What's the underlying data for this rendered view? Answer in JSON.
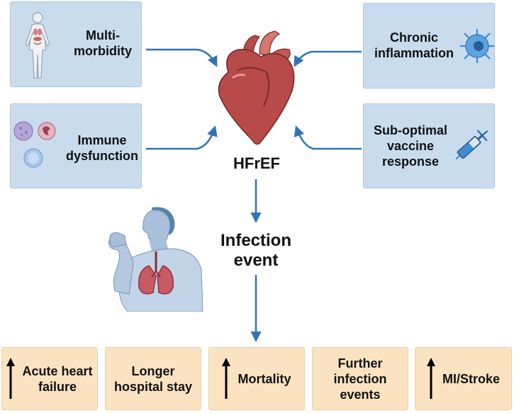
{
  "risk_factors": {
    "multimorbidity": {
      "line1": "Multi-",
      "line2": "morbidity",
      "icon": "human-body-icon"
    },
    "immune": {
      "line1": "Immune",
      "line2": "dysfunction",
      "icon": "immune-cells-icon"
    },
    "inflammation": {
      "line1": "Chronic",
      "line2": "inflammation",
      "icon": "inflamed-cell-icon"
    },
    "vaccine": {
      "line1": "Sub-optimal",
      "line2": "vaccine",
      "line3": "response",
      "icon": "syringe-icon"
    }
  },
  "center": {
    "heart_label": "HFrEF",
    "event_line1": "Infection",
    "event_line2": "event"
  },
  "outcomes": [
    {
      "line1": "Acute heart",
      "line2": "failure",
      "increase": true
    },
    {
      "line1": "Longer",
      "line2": "hospital stay",
      "increase": false
    },
    {
      "line1": "Mortality",
      "increase": true
    },
    {
      "line1": "Further",
      "line2": "infection",
      "line3": "events",
      "increase": false
    },
    {
      "line1": "MI/Stroke",
      "increase": true
    }
  ],
  "colors": {
    "risk_box": "#c9dcee",
    "outcome_box": "#fbe3c2",
    "arrow": "#2f72b8",
    "heart": "#b84a4a"
  }
}
